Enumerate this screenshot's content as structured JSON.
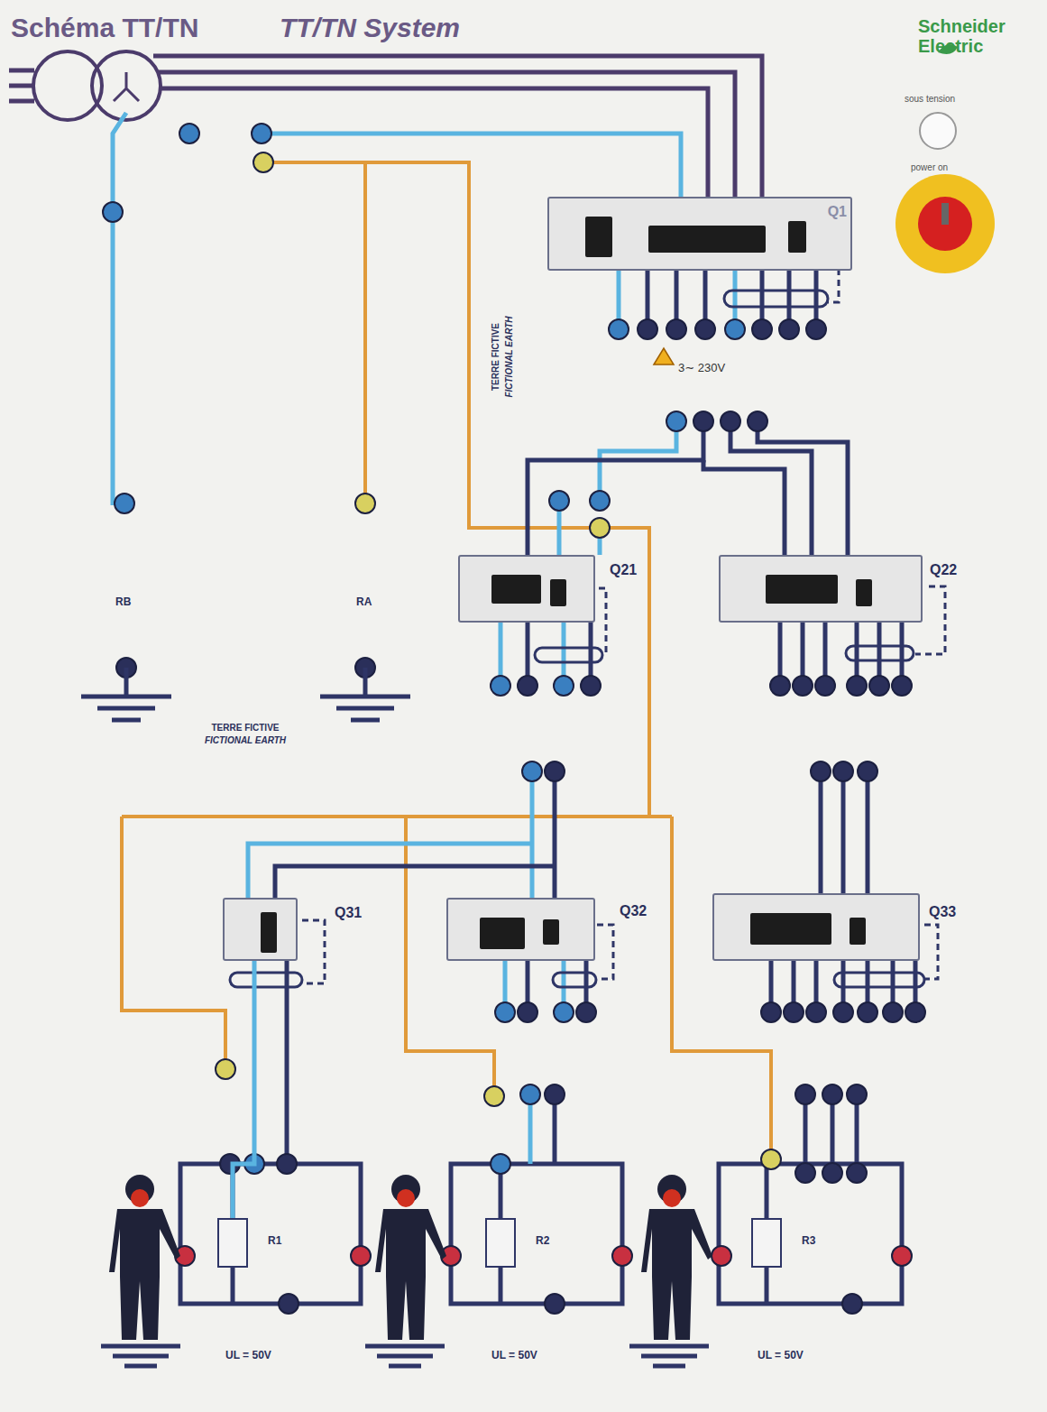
{
  "diagram": {
    "title": "Schéma TT/TN",
    "nodes": [
      {
        "text": [
          "Q1"
        ]
      },
      {
        "text": [
          "Q21"
        ]
      },
      {
        "text": [
          "Q22"
        ]
      },
      {
        "text": [
          "Q31"
        ]
      },
      {
        "text": [
          "Q32"
        ]
      },
      {
        "text": [
          "Q33"
        ]
      },
      {
        "text": [
          "R1"
        ]
      },
      {
        "text": [
          "R2"
        ]
      },
      {
        "text": [
          "R3"
        ]
      }
    ],
    "edges": [
      {
        "from": 3,
        "to": 6,
        "arrow": "none"
      }
    ],
    "labels": [
      "TT/TN System",
      "Schneider Electric",
      "sous tension",
      "power on",
      "3∼ 230V",
      "TERRE FICTIVE",
      "FICTIONAL EARTH",
      "RB",
      "RA",
      "TERRE FICTIVE",
      "FICTIONAL EARTH",
      "UL = 50V",
      "UL = 50V",
      "UL = 50V"
    ]
  }
}
